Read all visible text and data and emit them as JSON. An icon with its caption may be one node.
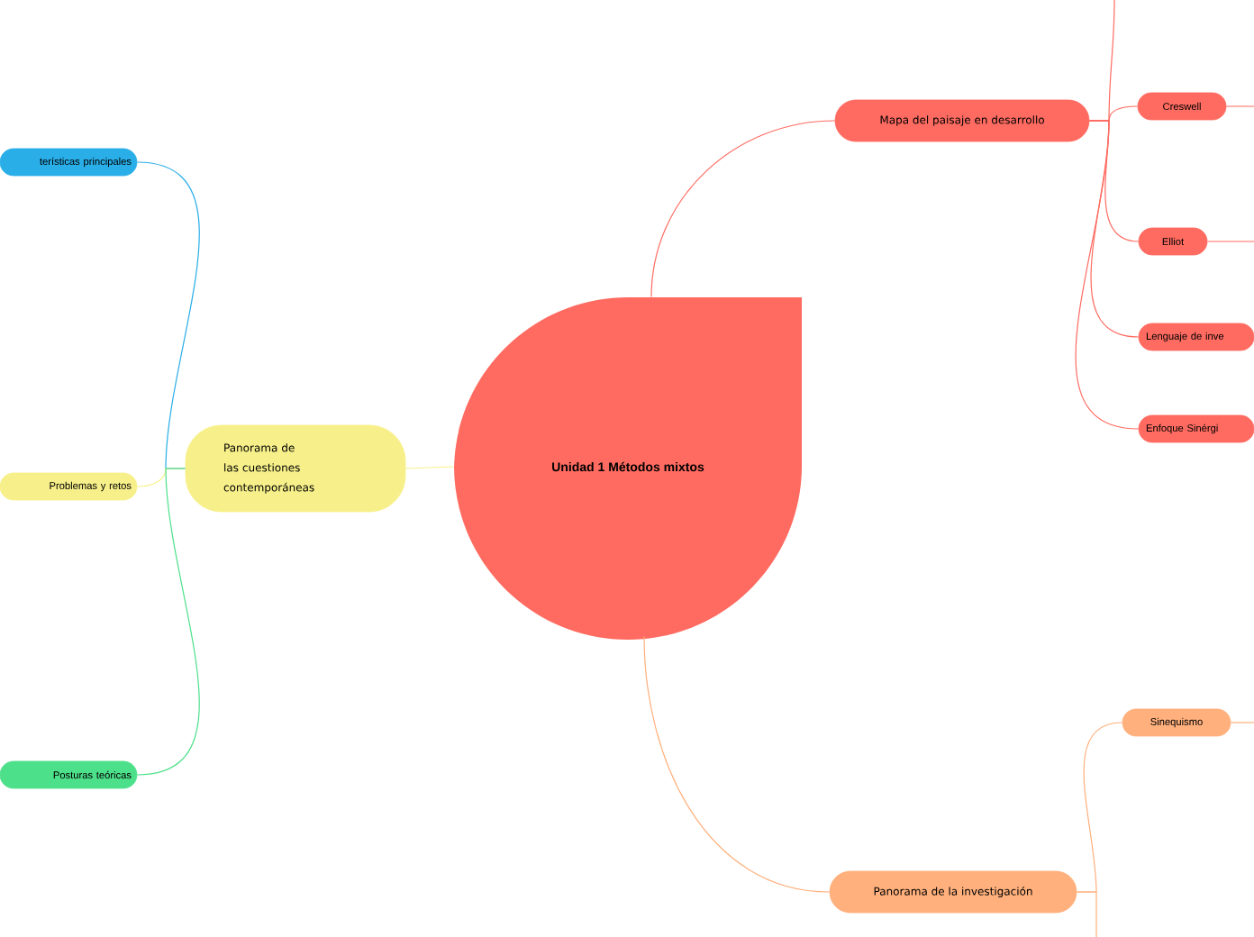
{
  "diagram": {
    "nodes": [
      {
        "text": [
          "Unidad 1 Métodos mixtos"
        ]
      },
      {
        "text": [
          "Mapa del paisaje en desarrollo"
        ]
      },
      {
        "text": [
          "Creswell"
        ]
      },
      {
        "text": [
          "Elliot"
        ]
      },
      {
        "text": [
          "Lenguaje de inve"
        ]
      },
      {
        "text": [
          "Enfoque Sinérgi"
        ]
      },
      {
        "text": [
          "Panorama de la investigación"
        ]
      },
      {
        "text": [
          "Sinequismo"
        ]
      },
      {
        "text": [
          "Panorama de las cuestiones contemporáneas"
        ]
      },
      {
        "text": [
          "terísticas principales"
        ]
      },
      {
        "text": [
          "Problemas y retos"
        ]
      },
      {
        "text": [
          "Posturas teóricas"
        ]
      }
    ],
    "edges": [
      {
        "from": 0,
        "to": 1,
        "arrow": "none",
        "color": "#ff6b61"
      },
      {
        "from": 1,
        "to": 2,
        "arrow": "none",
        "color": "#ff6b61"
      },
      {
        "from": 1,
        "to": 3,
        "arrow": "none",
        "color": "#ff6b61"
      },
      {
        "from": 1,
        "to": 4,
        "arrow": "none",
        "color": "#ff6b61"
      },
      {
        "from": 1,
        "to": 5,
        "arrow": "none",
        "color": "#ff6b61"
      },
      {
        "from": 1,
        "to": null,
        "arrow": "none",
        "color": "#ff6b61"
      },
      {
        "from": 2,
        "to": null,
        "arrow": "none",
        "color": "#ff6b61"
      },
      {
        "from": 3,
        "to": null,
        "arrow": "none",
        "color": "#ff6b61"
      },
      {
        "from": 0,
        "to": 6,
        "arrow": "none",
        "color": "#ffb07c"
      },
      {
        "from": 6,
        "to": 7,
        "arrow": "none",
        "color": "#ffb07c"
      },
      {
        "from": 6,
        "to": null,
        "arrow": "none",
        "color": "#ffb07c"
      },
      {
        "from": 7,
        "to": null,
        "arrow": "none",
        "color": "#ffb07c"
      },
      {
        "from": 0,
        "to": 8,
        "arrow": "none",
        "color": "#f7f08a"
      },
      {
        "from": 8,
        "to": 9,
        "arrow": "none",
        "color": "#29aee8"
      },
      {
        "from": 8,
        "to": 10,
        "arrow": "none",
        "color": "#f7f08a"
      },
      {
        "from": 8,
        "to": 11,
        "arrow": "none",
        "color": "#4de08a"
      }
    ]
  }
}
